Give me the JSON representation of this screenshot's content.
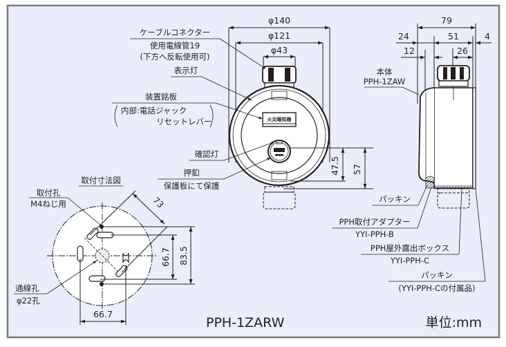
{
  "title": "PPH-1ZARW",
  "unit_label": "単位:mm",
  "colors": {
    "background": "#e9eefa",
    "frame": "#7a7a7a",
    "ink": "#231f20"
  },
  "front_view": {
    "dimensions": {
      "outer_diameter": "φ140",
      "inner_diameter": "φ121",
      "connector_diameter": "φ43",
      "dim_47_5": "47.5",
      "dim_57": "57"
    },
    "callouts": {
      "cable_connector": {
        "line1": "ケーブルコネクター",
        "line2": "使用電線管19",
        "line3": "(下方へ反転使用可)"
      },
      "indicator_lamp": "表示灯",
      "nameplate": {
        "line1": "装置銘板",
        "line2": "内部:電話ジャック",
        "line3": "リセットレバー"
      },
      "confirm_lamp": "確認灯",
      "push_button": {
        "line1": "押釦",
        "line2": "保護板にて保護"
      }
    },
    "nameplate_text": "火災報知器"
  },
  "side_view": {
    "dimensions": {
      "total": "79",
      "d24": "24",
      "d51": "51",
      "d4": "4",
      "d12": "12",
      "d26": "26"
    },
    "callouts": {
      "body": {
        "line1": "本体",
        "line2": "PPH-1ZAW"
      },
      "gasket": "パッキン",
      "adapter": {
        "line1": "PPH取付アダプター",
        "line2": "YYI-PPH-B"
      },
      "outdoor_box": {
        "line1": "PPH屋外露出ボックス",
        "line2": "YYI-PPH-C"
      },
      "gasket_accessory": {
        "line1": "パッキン",
        "line2": "(YYI-PPH-Cの付属品)"
      }
    }
  },
  "mounting_view": {
    "title": "取付寸法図",
    "callouts": {
      "mount_hole": {
        "line1": "取付孔",
        "line2": "M4ねじ用"
      },
      "wire_hole": {
        "line1": "通線孔",
        "line2": "φ22孔"
      }
    },
    "dimensions": {
      "diag": "73",
      "d66_7_v": "66.7",
      "d83_5": "83.5",
      "d66_7_h": "66.7"
    }
  }
}
